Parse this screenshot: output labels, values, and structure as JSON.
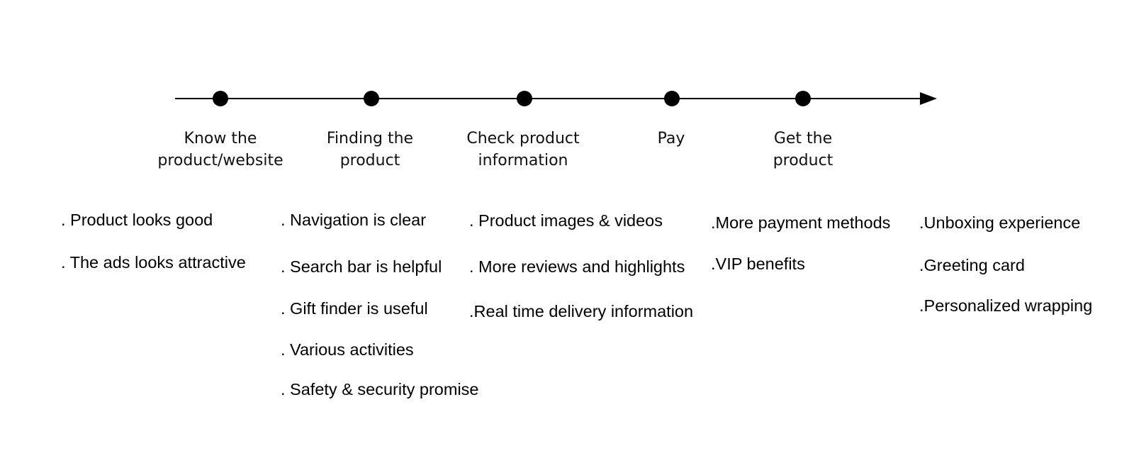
{
  "stages": [
    {
      "label": "Know the\nproduct/website"
    },
    {
      "label": "Finding the\nproduct"
    },
    {
      "label": "Check product\ninformation"
    },
    {
      "label": "Pay"
    },
    {
      "label": "Get the\nproduct"
    }
  ],
  "columns": [
    {
      "items": [
        ". Product looks good",
        ". The ads looks attractive"
      ]
    },
    {
      "items": [
        ". Navigation is clear",
        ". Search bar is helpful",
        ". Gift finder is useful",
        ". Various activities",
        ". Safety & security promise"
      ]
    },
    {
      "items": [
        ". Product images & videos",
        ". More reviews and highlights",
        ".Real time delivery information"
      ]
    },
    {
      "items": [
        ".More payment methods",
        ".VIP benefits"
      ]
    },
    {
      "items": [
        ".Unboxing experience",
        ".Greeting card",
        ".Personalized wrapping"
      ]
    }
  ],
  "colors": {
    "line": "#000000",
    "dot": "#000000",
    "text": "#000000",
    "background": "#ffffff"
  }
}
